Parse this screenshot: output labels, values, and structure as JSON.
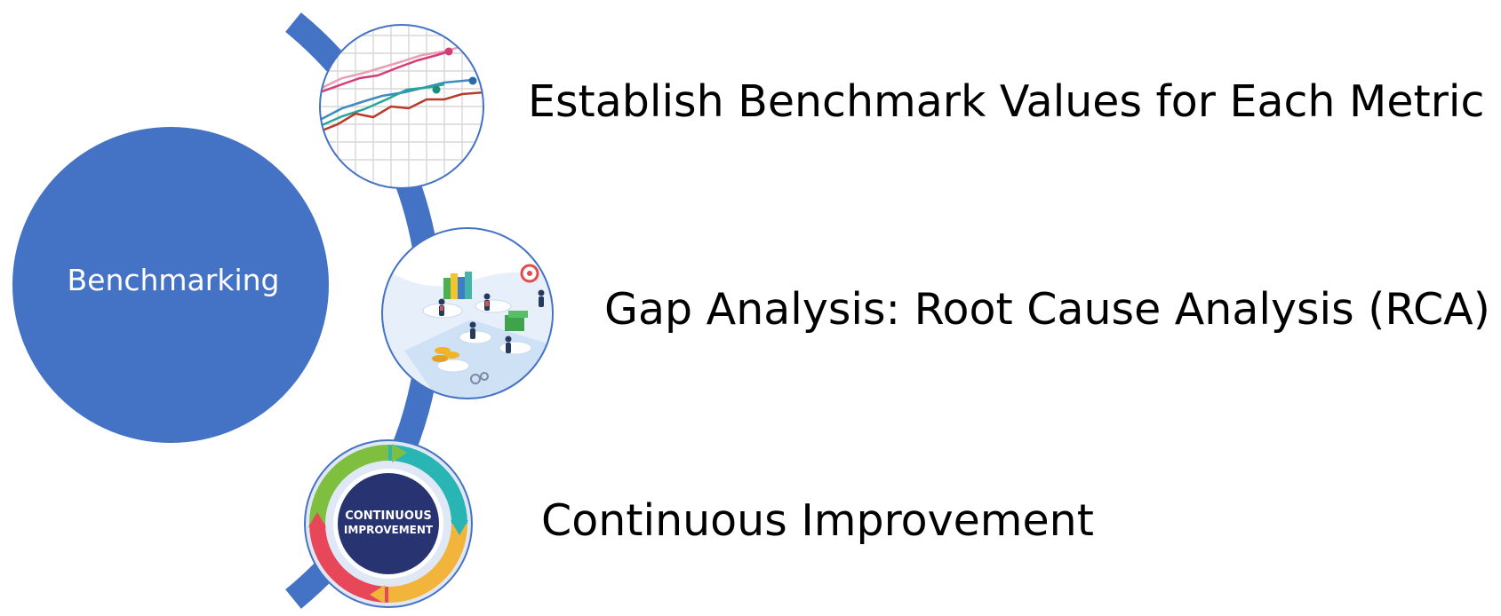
{
  "center": {
    "label": "Benchmarking"
  },
  "items": [
    {
      "label": "Establish Benchmark Values for Each Metric",
      "icon": "line-chart-icon"
    },
    {
      "label": "Gap Analysis: Root Cause Analysis (RCA)",
      "icon": "people-analysis-icon"
    },
    {
      "label": "Continuous Improvement",
      "icon": "continuous-improvement-cycle-icon"
    }
  ],
  "cycle_icon_text": [
    "CONTINUOUS",
    "IMPROVEMENT"
  ],
  "colors": {
    "accent": "#4472C4",
    "arc": "#4472C4",
    "text": "#000000",
    "center_text": "#ffffff"
  }
}
